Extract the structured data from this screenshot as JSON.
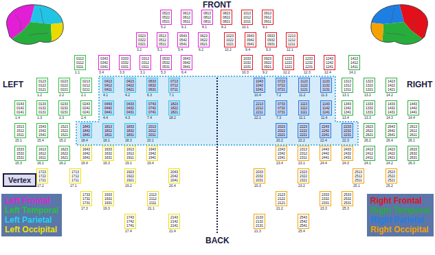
{
  "diagram": {
    "nodes": [
      {
        "text": [
          "0523",
          "0522",
          "0521",
          "5.2"
        ]
      },
      {
        "text": [
          "0613",
          "0612",
          "0611",
          "6.1"
        ]
      },
      {
        "text": [
          "0813",
          "0812",
          "0811",
          "8.1"
        ]
      },
      {
        "text": [
          "0823",
          "0822",
          "0821",
          "8.2"
        ]
      },
      {
        "text": [
          "1013",
          "1012",
          "1011",
          "10.1"
        ]
      },
      {
        "text": [
          "0913",
          "0912",
          "0911",
          "9.1"
        ]
      },
      {
        "text": [
          "0323",
          "0322",
          "0321",
          "3.2"
        ]
      },
      {
        "text": [
          "0513",
          "0512",
          "0511",
          "5.1"
        ]
      },
      {
        "text": [
          "0543",
          "0542",
          "0541",
          "5.4"
        ]
      },
      {
        "text": [
          "0623",
          "0622",
          "0621",
          "6.2"
        ]
      },
      {
        "text": [
          "1023",
          "1022",
          "1021",
          "10.2"
        ]
      },
      {
        "text": [
          "0943",
          "0942",
          "0941",
          "9.4"
        ]
      },
      {
        "text": [
          "0933",
          "0932",
          "0931",
          "9.3"
        ]
      },
      {
        "text": [
          "1213",
          "1212",
          "1211",
          "12.1"
        ]
      },
      {
        "text": [
          "0113",
          "0112",
          "0111",
          "1.1"
        ]
      },
      {
        "text": [
          "0343",
          "0342",
          "0341",
          "3.4"
        ]
      },
      {
        "text": [
          "0333",
          "0332",
          "0331",
          "3.3"
        ]
      },
      {
        "text": [
          "0313",
          "0312",
          "0311",
          "3.1"
        ]
      },
      {
        "text": [
          "0533",
          "0532",
          "0531",
          "5.3"
        ]
      },
      {
        "text": [
          "0643",
          "0642",
          "0641",
          "6.4"
        ]
      },
      {
        "text": [
          "1033",
          "1032",
          "1031",
          "10.3"
        ]
      },
      {
        "text": [
          "0923",
          "0922",
          "0921",
          "9.2"
        ]
      },
      {
        "text": [
          "1223",
          "1222",
          "1221",
          "12.2"
        ]
      },
      {
        "text": [
          "1233",
          "1232",
          "1231",
          "12.3"
        ]
      },
      {
        "text": [
          "1243",
          "1242",
          "1241",
          "12.4"
        ]
      },
      {
        "text": [
          "1413",
          "1412",
          "1411",
          "14.1"
        ]
      },
      {
        "text": [
          "0123",
          "0122",
          "0121",
          "1.2"
        ]
      },
      {
        "text": [
          "0223",
          "0222",
          "0221",
          "2.2"
        ]
      },
      {
        "text": [
          "0213",
          "0212",
          "0211",
          "2.1"
        ]
      },
      {
        "text": [
          "0413",
          "0412",
          "0411",
          "4.1"
        ]
      },
      {
        "text": [
          "0423",
          "0422",
          "0421",
          "4.2"
        ]
      },
      {
        "text": [
          "0633",
          "0632",
          "0631",
          "6.3"
        ]
      },
      {
        "text": [
          "0713",
          "0712",
          "0711",
          "7.1"
        ]
      },
      {
        "text": [
          "1043",
          "1042",
          "1041",
          "10.4"
        ]
      },
      {
        "text": [
          "0723",
          "0722",
          "0721",
          "7.2"
        ]
      },
      {
        "text": [
          "1123",
          "1122",
          "1121",
          "11.2"
        ]
      },
      {
        "text": [
          "1133",
          "1132",
          "1131",
          "11.3"
        ]
      },
      {
        "text": [
          "1313",
          "1312",
          "1311",
          "13.1"
        ]
      },
      {
        "text": [
          "1323",
          "1322",
          "1321",
          "13.2"
        ]
      },
      {
        "text": [
          "1423",
          "1422",
          "1421",
          "14.2"
        ]
      },
      {
        "text": [
          "0143",
          "0142",
          "0141",
          "1.4"
        ]
      },
      {
        "text": [
          "0133",
          "0132",
          "0131",
          "1.3"
        ]
      },
      {
        "text": [
          "0233",
          "0232",
          "0231",
          "2.3"
        ]
      },
      {
        "text": [
          "0243",
          "0242",
          "0241",
          "2.4"
        ]
      },
      {
        "text": [
          "0443",
          "0442",
          "0441",
          "4.4"
        ]
      },
      {
        "text": [
          "0433",
          "0432",
          "0431",
          "4.3"
        ]
      },
      {
        "text": [
          "0743",
          "0742",
          "0741",
          "7.4"
        ]
      },
      {
        "text": [
          "1823",
          "1822",
          "1821",
          "18.2"
        ]
      },
      {
        "text": [
          "2213",
          "2212",
          "2211",
          "22.1"
        ]
      },
      {
        "text": [
          "0733",
          "0732",
          "0731",
          "7.3"
        ]
      },
      {
        "text": [
          "1113",
          "1112",
          "1111",
          "11.1"
        ]
      },
      {
        "text": [
          "1143",
          "1142",
          "1141",
          "11.4"
        ]
      },
      {
        "text": [
          "1343",
          "1342",
          "1341",
          "13.4"
        ]
      },
      {
        "text": [
          "1333",
          "1332",
          "1331",
          "13.3"
        ]
      },
      {
        "text": [
          "1433",
          "1432",
          "1431",
          "14.3"
        ]
      },
      {
        "text": [
          "1443",
          "1442",
          "1441",
          "14.4"
        ]
      },
      {
        "text": [
          "1513",
          "1512",
          "1511",
          "15.1"
        ]
      },
      {
        "text": [
          "1543",
          "1542",
          "1541",
          "15.4"
        ]
      },
      {
        "text": [
          "1523",
          "1522",
          "1521",
          "15.2"
        ]
      },
      {
        "text": [
          "1843",
          "1842",
          "1841",
          "18.4"
        ]
      },
      {
        "text": [
          "1813",
          "1812",
          "1811",
          "18.1"
        ]
      },
      {
        "text": [
          "1833",
          "1832",
          "1831",
          "18.3"
        ]
      },
      {
        "text": [
          "2013",
          "2012",
          "2011",
          "20.1"
        ]
      },
      {
        "text": [
          "2023",
          "2022",
          "2021",
          "20.2"
        ]
      },
      {
        "text": [
          "2223",
          "2222",
          "2221",
          "22.2"
        ]
      },
      {
        "text": [
          "2243",
          "2242",
          "2241",
          "22.4"
        ]
      },
      {
        "text": [
          "2233",
          "2232",
          "2231",
          "22.3"
        ]
      },
      {
        "text": [
          "2623",
          "2622",
          "2621",
          "26.2"
        ]
      },
      {
        "text": [
          "2643",
          "2642",
          "2641",
          "26.4"
        ]
      },
      {
        "text": [
          "2613",
          "2612",
          "2611",
          "26.1"
        ]
      },
      {
        "text": [
          "1533",
          "1532",
          "1531",
          "15.3"
        ]
      },
      {
        "text": [
          "1613",
          "1612",
          "1611",
          "16.1"
        ]
      },
      {
        "text": [
          "1623",
          "1622",
          "1621",
          "16.2"
        ]
      },
      {
        "text": [
          "1643",
          "1642",
          "1641",
          "16.4"
        ]
      },
      {
        "text": [
          "1633",
          "1632",
          "1631",
          "16.3"
        ]
      },
      {
        "text": [
          "1913",
          "1912",
          "1911",
          "19.1"
        ]
      },
      {
        "text": [
          "1943",
          "1942",
          "1941",
          "19.4"
        ]
      },
      {
        "text": [
          "2343",
          "2342",
          "2341",
          "23.4"
        ]
      },
      {
        "text": [
          "2313",
          "2312",
          "2311",
          "23.1"
        ]
      },
      {
        "text": [
          "2443",
          "2442",
          "2441",
          "24.4"
        ]
      },
      {
        "text": [
          "2433",
          "2432",
          "2431",
          "24.3"
        ]
      },
      {
        "text": [
          "2413",
          "2412",
          "2411",
          "24.1"
        ]
      },
      {
        "text": [
          "2423",
          "2422",
          "2421",
          "24.2"
        ]
      },
      {
        "text": [
          "2633",
          "2632",
          "2631",
          "26.3"
        ]
      },
      {
        "text": [
          "1723",
          "1722",
          "1721",
          "17.2"
        ]
      },
      {
        "text": [
          "1713",
          "1712",
          "1711",
          "17.1"
        ]
      },
      {
        "text": [
          "1923",
          "1922",
          "1921",
          "19.2"
        ]
      },
      {
        "text": [
          "2043",
          "2042",
          "2041",
          "20.4"
        ]
      },
      {
        "text": [
          "2033",
          "2032",
          "2031",
          "20.3"
        ]
      },
      {
        "text": [
          "2323",
          "2322",
          "2321",
          "23.2"
        ]
      },
      {
        "text": [
          "2513",
          "2512",
          "2511",
          "25.1"
        ]
      },
      {
        "text": [
          "2523",
          "2522",
          "2521",
          "25.2"
        ]
      },
      {
        "text": [
          "1733",
          "1732",
          "1731",
          "17.3"
        ]
      },
      {
        "text": [
          "1933",
          "1932",
          "1931",
          "19.3"
        ]
      },
      {
        "text": [
          "2113",
          "2112",
          "2111",
          "21.1"
        ]
      },
      {
        "text": [
          "2123",
          "2122",
          "2121",
          "21.2"
        ]
      },
      {
        "text": [
          "2333",
          "2332",
          "2331",
          "23.3"
        ]
      },
      {
        "text": [
          "2533",
          "2532",
          "2531",
          "25.3"
        ]
      },
      {
        "text": [
          "1743",
          "1742",
          "1741",
          "17.4"
        ]
      },
      {
        "text": [
          "2143",
          "2142",
          "2141",
          "21.4"
        ]
      },
      {
        "text": [
          "2133",
          "2132",
          "2131",
          "21.3"
        ]
      },
      {
        "text": [
          "2543",
          "2542",
          "2541",
          "25.4"
        ]
      },
      {
        "text": [
          "Vertex"
        ]
      }
    ],
    "labels": [
      "FRONT",
      "LEFT",
      "RIGHT",
      "BACK"
    ],
    "legend": [
      {
        "text": "Left Frontal",
        "color": "#e21fd6"
      },
      {
        "text": "Left Temporal",
        "color": "#27c23c"
      },
      {
        "text": "Left Parietal",
        "color": "#22d4f0"
      },
      {
        "text": "Left Occipital",
        "color": "#f2e000"
      },
      {
        "text": "Right Frontal",
        "color": "#e3101a"
      },
      {
        "text": "Right Temporal",
        "color": "#27ad3c"
      },
      {
        "text": "Right Parietal",
        "color": "#1d7fe3"
      },
      {
        "text": "Right Occipital",
        "color": "#f5a200"
      }
    ]
  }
}
